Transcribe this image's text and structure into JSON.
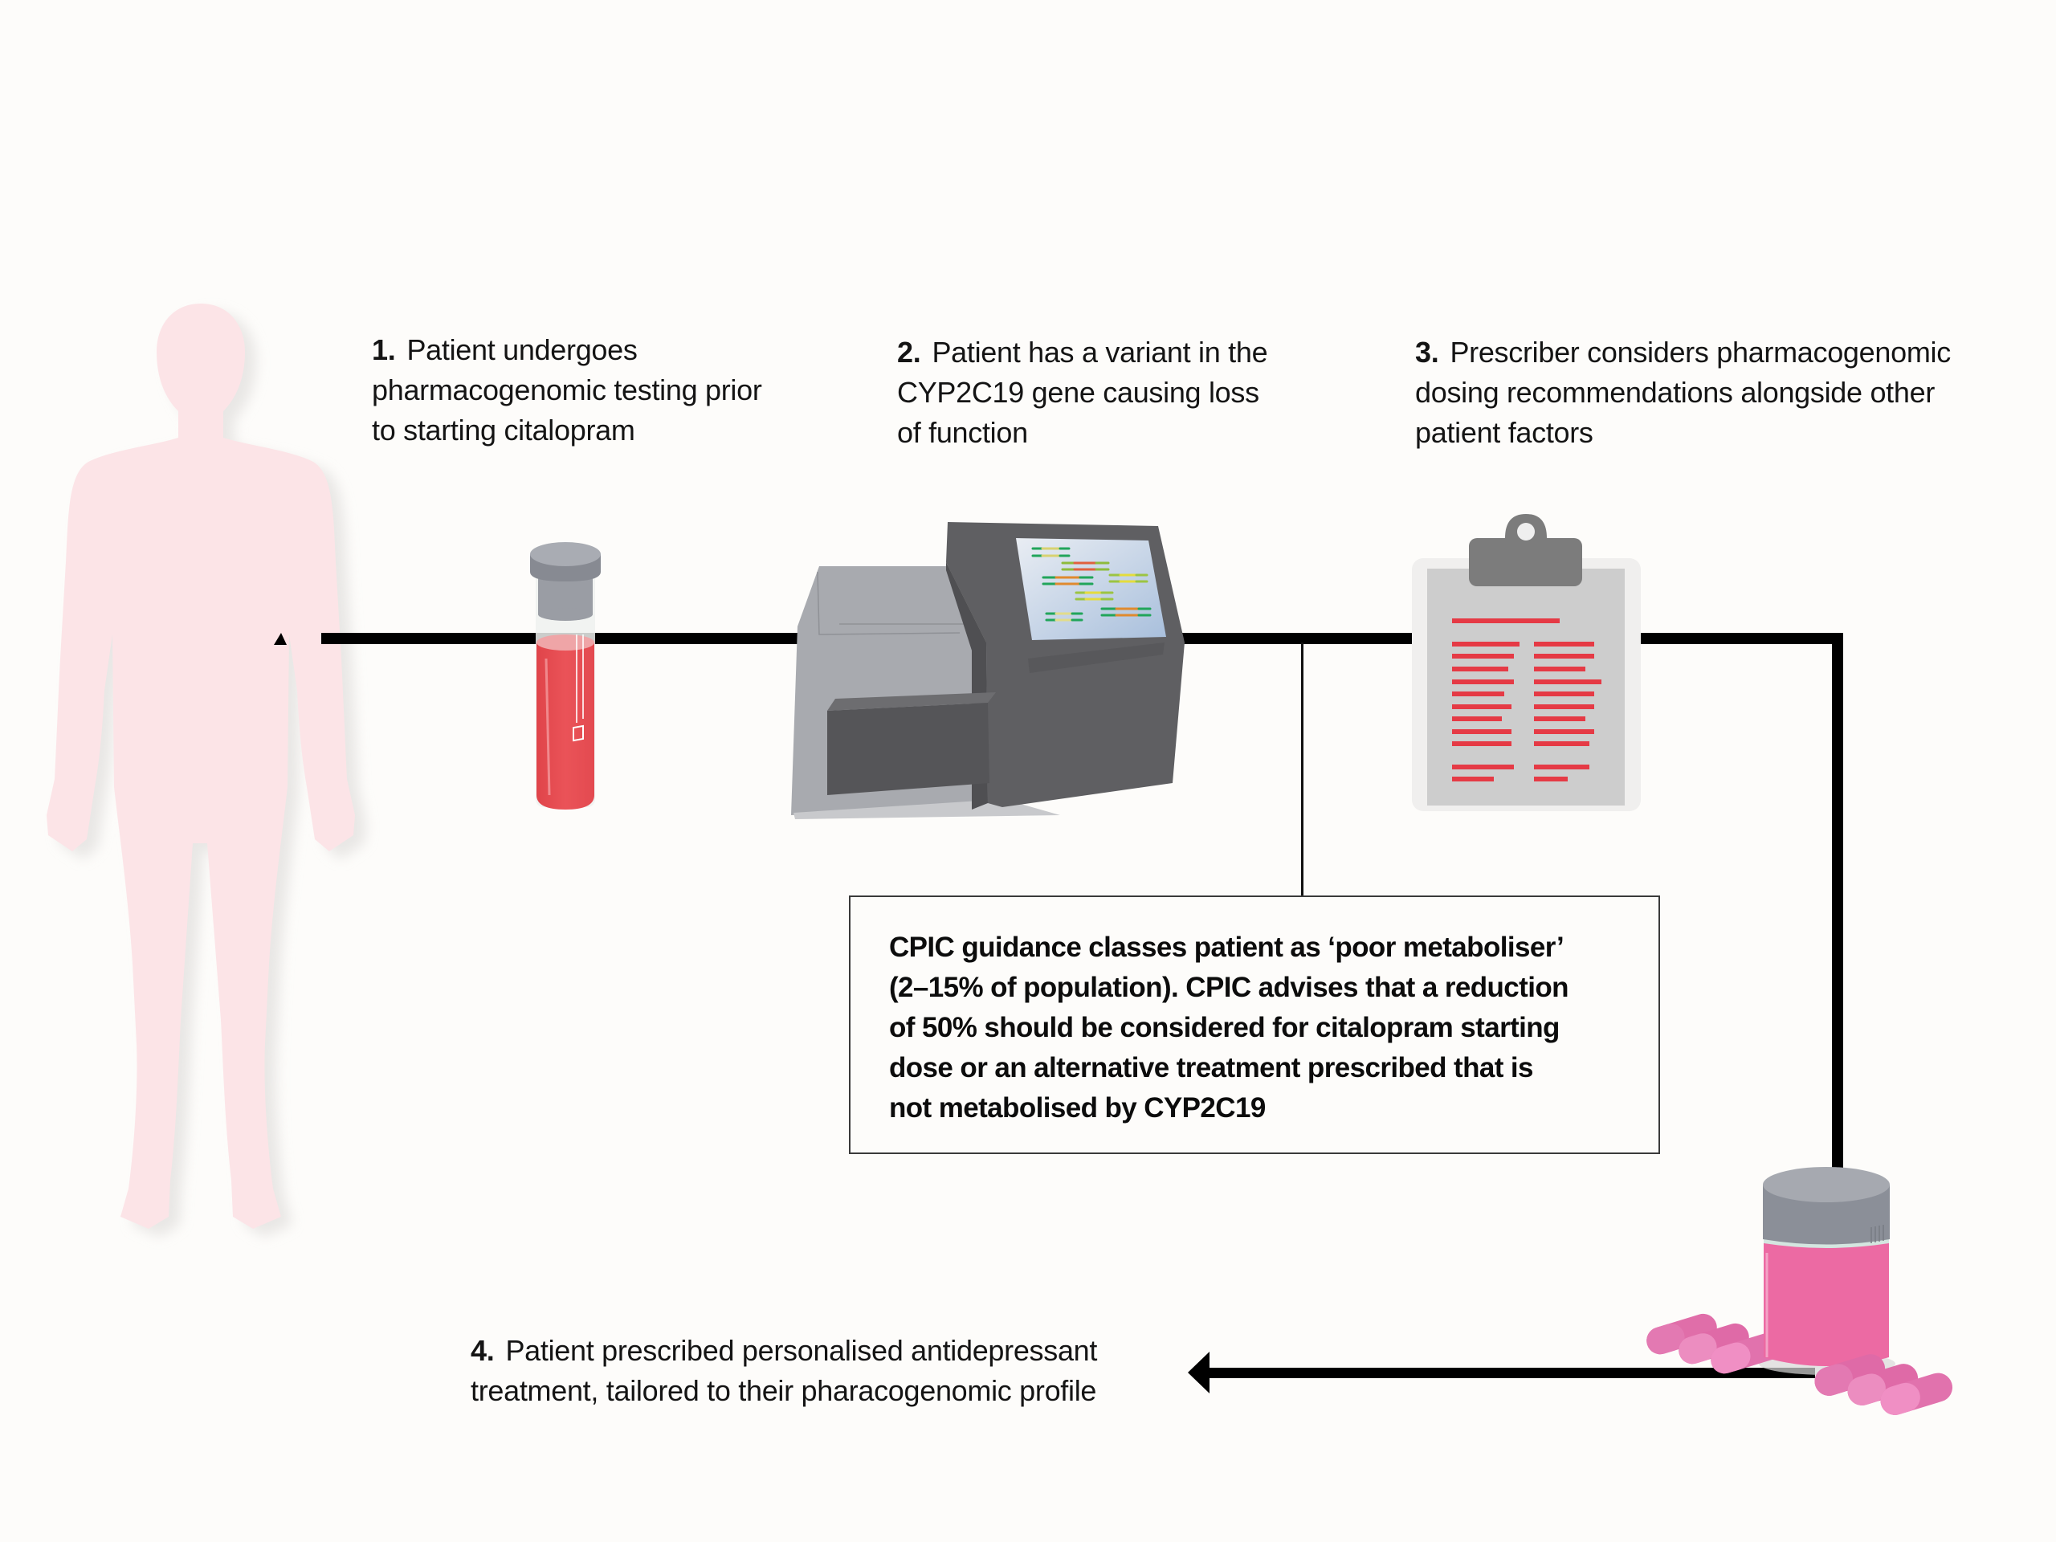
{
  "diagram": {
    "steps": [
      {
        "number": "1.",
        "lines": [
          "Patient undergoes",
          "pharmacogenomic testing prior",
          "to starting citalopram"
        ],
        "illustration": "blood-sample-tube-icon"
      },
      {
        "number": "2.",
        "lines": [
          "Patient has a variant in the",
          "CYP2C19 gene causing loss",
          "of function"
        ],
        "illustration": "gel-reader-machine-icon"
      },
      {
        "number": "3.",
        "lines": [
          "Prescriber considers pharmacogenomic",
          "dosing recommendations alongside other",
          "patient factors"
        ],
        "illustration": "clipboard-icon"
      },
      {
        "number": "4.",
        "lines": [
          "Patient prescribed personalised antidepressant",
          "treatment, tailored to their pharacogenomic profile"
        ],
        "illustration": "pill-jar-icon"
      }
    ],
    "callout": {
      "lines": [
        "CPIC guidance classes patient as ‘poor metaboliser’",
        "(2–15% of population). CPIC advises that a reduction",
        "of 50% should be considered for citalopram starting",
        "dose or an alternative treatment prescribed that is",
        "not metabolised by CYP2C19"
      ]
    },
    "patient_figure": "human-silhouette-icon",
    "colors": {
      "background": "#fdfcfa",
      "connector": "#000000",
      "silhouette": "#fce4e7",
      "blood_red": "#e5484d",
      "machine_dark": "#5d5d60",
      "machine_light": "#a9abb0",
      "clipboard_paper": "#cfcfcf",
      "clipboard_lines": "#e53a45",
      "pill_pink": "#ec6aa3"
    }
  }
}
